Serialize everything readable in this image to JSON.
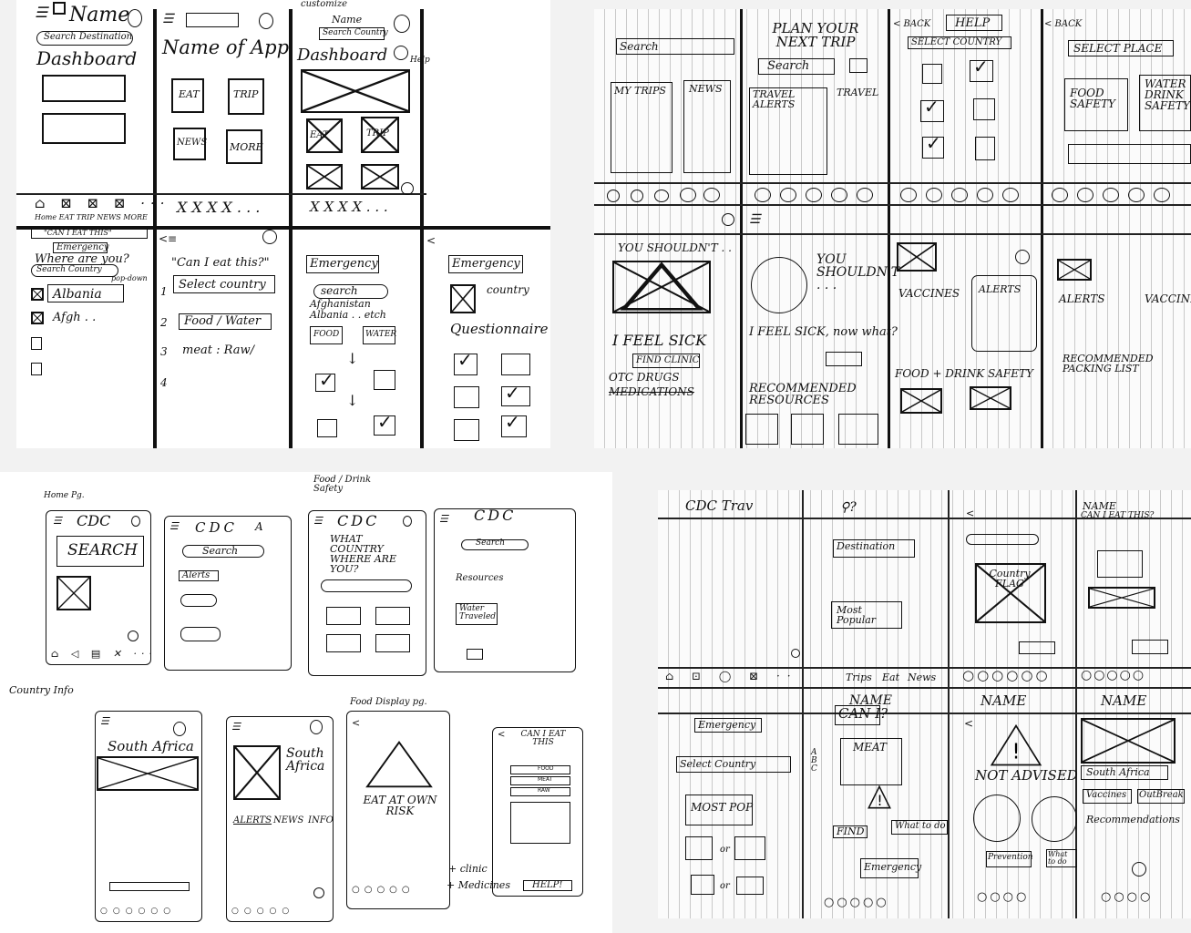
{
  "sheet_tl": {
    "s1": {
      "name": "Name",
      "search": "Search Destination",
      "dashboard": "Dashboard",
      "tabs": [
        "Home",
        "EAT",
        "TRIP",
        "NEWS",
        "MORE"
      ]
    },
    "s2": {
      "app": "Name of App",
      "tiles": [
        "EAT",
        "TRIP",
        "NEWS",
        "MORE"
      ],
      "tabbar": "X X X X  . . ."
    },
    "s3": {
      "top": "customize",
      "name": "Name",
      "search": "Search Country",
      "dashboard": "Dashboard",
      "help": "Help",
      "tiles": [
        "EAT",
        "TRIP"
      ],
      "tabbar": "X X X X . . ."
    },
    "s4": {
      "header": "\"CAN I EAT THIS\"",
      "emergency": "Emergency",
      "where": "Where are you?",
      "search": "Search Country",
      "popdown": "pop-down",
      "countries": [
        "Albania",
        "Afgh . ."
      ]
    },
    "s5": {
      "title": "\"Can I eat this?\"",
      "steps": [
        "Select country",
        "Food / Water",
        "meat : Raw/"
      ],
      "nums": [
        "1",
        "2",
        "3",
        "4"
      ]
    },
    "s6": {
      "emergency": "Emergency",
      "search": "search",
      "list": [
        "Afghanistan",
        "Albania . . etch"
      ],
      "food": "FOOD",
      "water": "WATER"
    },
    "s7": {
      "emergency": "Emergency",
      "country": "country",
      "quest": "Questionnaire"
    }
  },
  "sheet_tr": {
    "p1": {
      "search": "Search",
      "my_trips": "MY TRIPS",
      "news": "NEWS",
      "you_shouldnt": "YOU SHOULDN'T . .",
      "sick": "I FEEL SICK",
      "clinic": "FIND CLINIC",
      "otc": "OTC DRUGS",
      "meds": "MEDICATIONS"
    },
    "p2": {
      "plan": "PLAN YOUR NEXT TRIP",
      "search": "Search",
      "alerts": "TRAVEL ALERTS",
      "travel": "TRAVEL",
      "you_shouldnt": "YOU SHOULDN'T . . .",
      "sick": "I FEEL SICK, now what?",
      "rec": "RECOMMENDED RESOURCES"
    },
    "p3": {
      "back": "< BACK",
      "help": "HELP",
      "select": "SELECT COUNTRY",
      "vaccines": "VACCINES",
      "alerts": "ALERTS",
      "food": "FOOD + DRINK SAFETY"
    },
    "p4": {
      "back": "< BACK",
      "select": "SELECT PLACE",
      "food": "FOOD SAFETY",
      "water": "WATER DRINK SAFETY",
      "alerts": "ALERTS",
      "vacc": "VACCINES",
      "packing": "RECOMMENDED PACKING LIST"
    }
  },
  "sheet_bl": {
    "home_label": "Home Pg.",
    "food_label": "Food / Drink Safety",
    "country_label": "Country Info",
    "display_label": "Food Display pg.",
    "cdc": "CDC",
    "search_big": "SEARCH",
    "search": "Search",
    "alerts": "Alerts",
    "what_country": "WHAT COUNTRY WHERE ARE YOU?",
    "resources": "Resources",
    "water": "Water Traveled",
    "south_africa": "South Africa",
    "tabs": [
      "ALERTS",
      "NEWS",
      "INFO"
    ],
    "eat_risk": "EAT AT OWN RISK",
    "clinic": "+ clinic",
    "meds": "+ Medicines",
    "can_eat": "CAN I EAT THIS",
    "food_rows": [
      "FOOD",
      "MEAT",
      "RAW"
    ],
    "help": "HELP!"
  },
  "sheet_br": {
    "title": "CDC Trav",
    "destination": "Destination",
    "most_popular": "Most Popular",
    "tabs": [
      "Trips",
      "Eat",
      "News"
    ],
    "name": "NAME",
    "can_eat": "CAN I EAT THIS?",
    "country_flag": "Country FLAG",
    "emergency": "Emergency",
    "select_country": "Select Country",
    "most_pop": "MOST POP",
    "or": "or",
    "can_i": "CAN I?",
    "meat": "MEAT",
    "find": "FIND",
    "what_todo": "What to do",
    "not_advised": "NOT ADVISED",
    "prevention": "Prevention",
    "south_africa": "South Africa",
    "vaccines": "Vaccines",
    "outbreak": "OutBreak",
    "recommendations": "Recommendations",
    "abc": "A B C"
  }
}
